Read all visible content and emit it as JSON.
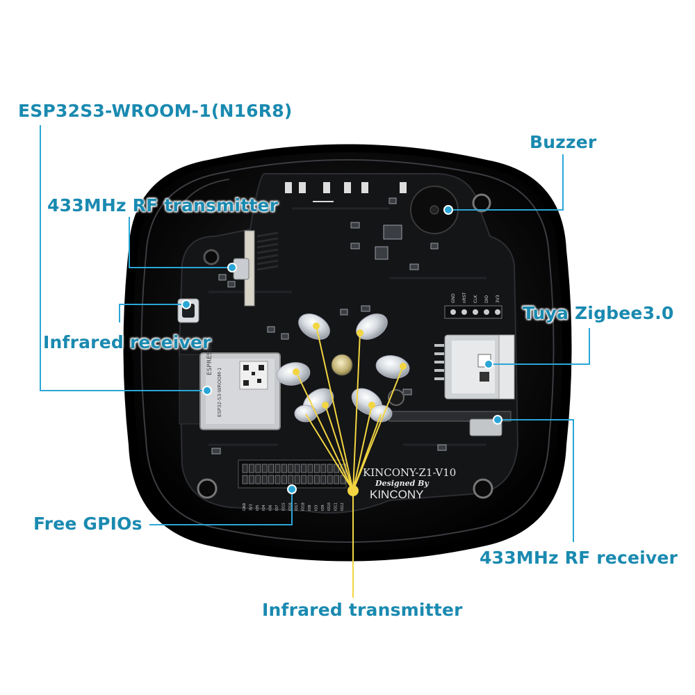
{
  "labels": {
    "esp": "ESP32S3-WROOM-1(N16R8)",
    "buzzer": "Buzzer",
    "rf_tx": "433MHz RF transmitter",
    "zigbee": "Tuya Zigbee3.0",
    "ir_rx": "Infrared receiver",
    "gpio": "Free GPIOs",
    "rf_rx": "433MHz RF receiver",
    "ir_tx": "Infrared transmitter"
  },
  "board": {
    "model": "KINCONY-Z1-V10",
    "designed_by": "Designed By",
    "brand": "KINCONY",
    "module_text": "ESPRESSIF",
    "module_sub": "ESP32-S3-WROOM-1",
    "gpio_pins": [
      "GND",
      "3V3",
      "IO5",
      "IO4",
      "IO6",
      "IO7",
      "IO15",
      "IO16",
      "IO17",
      "IO18",
      "IO8",
      "IO3",
      "IO9",
      "IO10",
      "IO11",
      "IO12"
    ],
    "header_pins": [
      "GND",
      "nRST",
      "CLK",
      "DIO",
      "3V3"
    ]
  },
  "colors": {
    "label": "#1a8ab0",
    "leader": "#2aa6d6",
    "ir_line": "#f2d541",
    "pcb": "#141517",
    "case": "#050505"
  }
}
